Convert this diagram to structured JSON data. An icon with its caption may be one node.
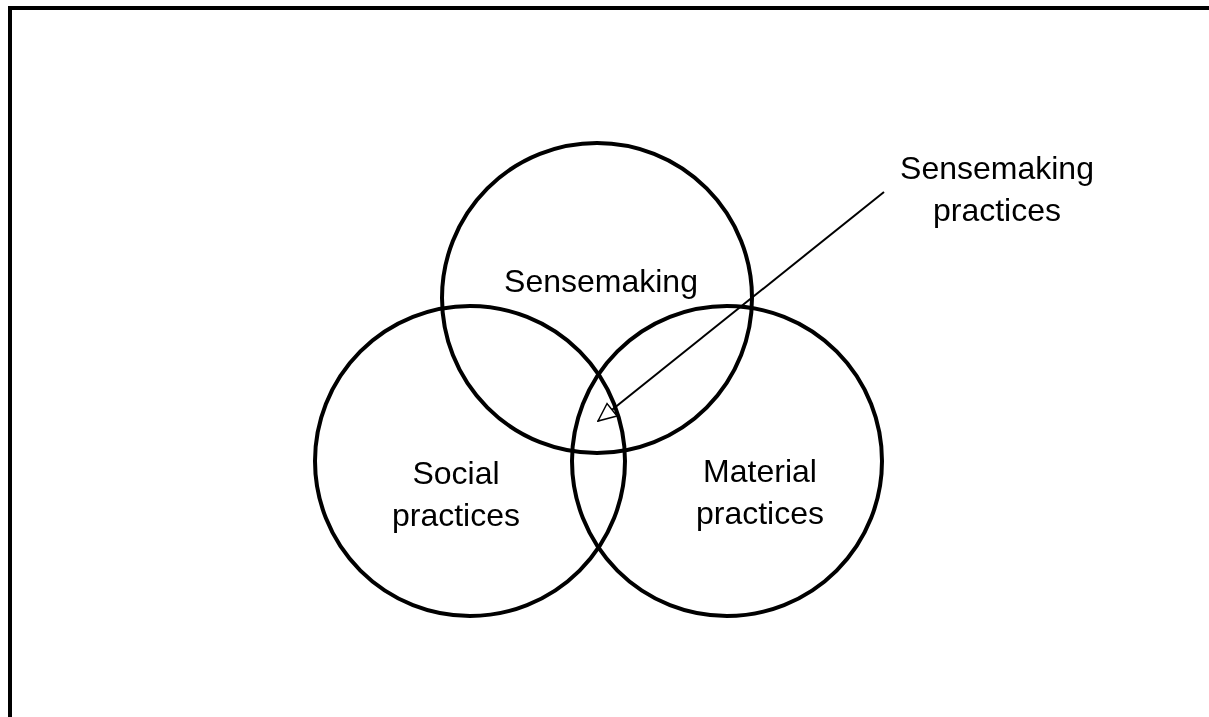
{
  "diagram": {
    "nodes": [
      {
        "text": [
          "Sensemaking"
        ]
      },
      {
        "text": [
          "Social practices"
        ]
      },
      {
        "text": [
          "Material practices"
        ]
      },
      {
        "text": [
          "Sensemaking practices"
        ]
      }
    ],
    "edges": [
      {
        "from": 3,
        "to": 0,
        "arrow": "to"
      }
    ]
  }
}
